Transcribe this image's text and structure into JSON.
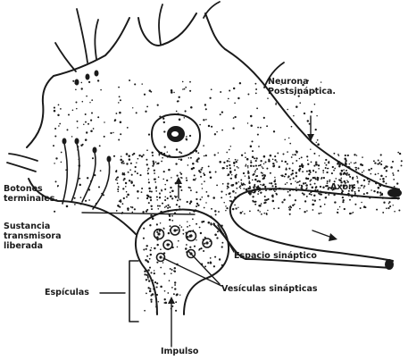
{
  "labels": {
    "neurona_postsinaptica_line1": "Neurona",
    "neurona_postsinaptica_line2": "Postsináptica.",
    "axon": "Axón",
    "botones_line1": "Botones",
    "botones_line2": "terminales.",
    "sustancia_line1": "Sustancia",
    "sustancia_line2": "transmisora",
    "sustancia_line3": "liberada",
    "espacio_sinaptico": "Espacio sináptico",
    "espiculas": "Espículas",
    "vesiculas_sinapticas": "Vesículas sinápticas",
    "impulso": "Impulso"
  },
  "colors": {
    "ink": "#1a1a1a",
    "background": "#ffffff"
  }
}
